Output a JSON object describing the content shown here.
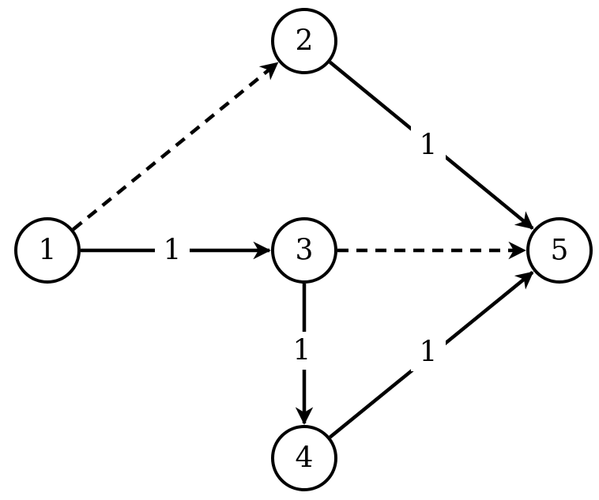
{
  "nodes": [
    {
      "id": "1",
      "label": "1"
    },
    {
      "id": "2",
      "label": "2"
    },
    {
      "id": "3",
      "label": "3"
    },
    {
      "id": "4",
      "label": "4"
    },
    {
      "id": "5",
      "label": "5"
    }
  ],
  "edges": [
    {
      "from": "1",
      "to": "2",
      "style": "dashed",
      "label": ""
    },
    {
      "from": "1",
      "to": "3",
      "style": "solid",
      "label": "1"
    },
    {
      "from": "2",
      "to": "5",
      "style": "solid",
      "label": "1"
    },
    {
      "from": "3",
      "to": "5",
      "style": "dashed",
      "label": ""
    },
    {
      "from": "3",
      "to": "4",
      "style": "solid",
      "label": "1"
    },
    {
      "from": "4",
      "to": "5",
      "style": "solid",
      "label": "1"
    }
  ]
}
